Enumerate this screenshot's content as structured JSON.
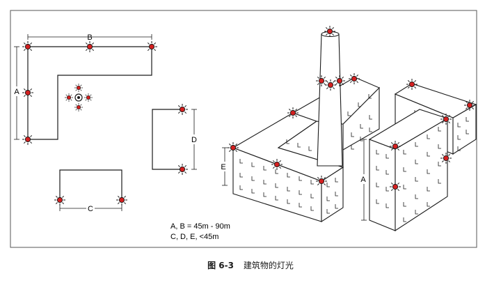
{
  "labels": {
    "a_left": "A",
    "b_top": "B",
    "c_bottom": "C",
    "d_right": "D",
    "e_building": "E",
    "a_building": "A"
  },
  "notes": {
    "line1": "A, B = 45m - 90m",
    "line2": "C, D, E, <45m"
  },
  "caption": {
    "figure_number": "图 6-3",
    "title": "建筑物的灯光"
  },
  "colors": {
    "line": "#1a1a1a",
    "light_core": "#d42020",
    "frame": "#555555"
  },
  "icons": {
    "light": "obstruction-light-icon",
    "center_symbol": "compass-light-icon"
  }
}
